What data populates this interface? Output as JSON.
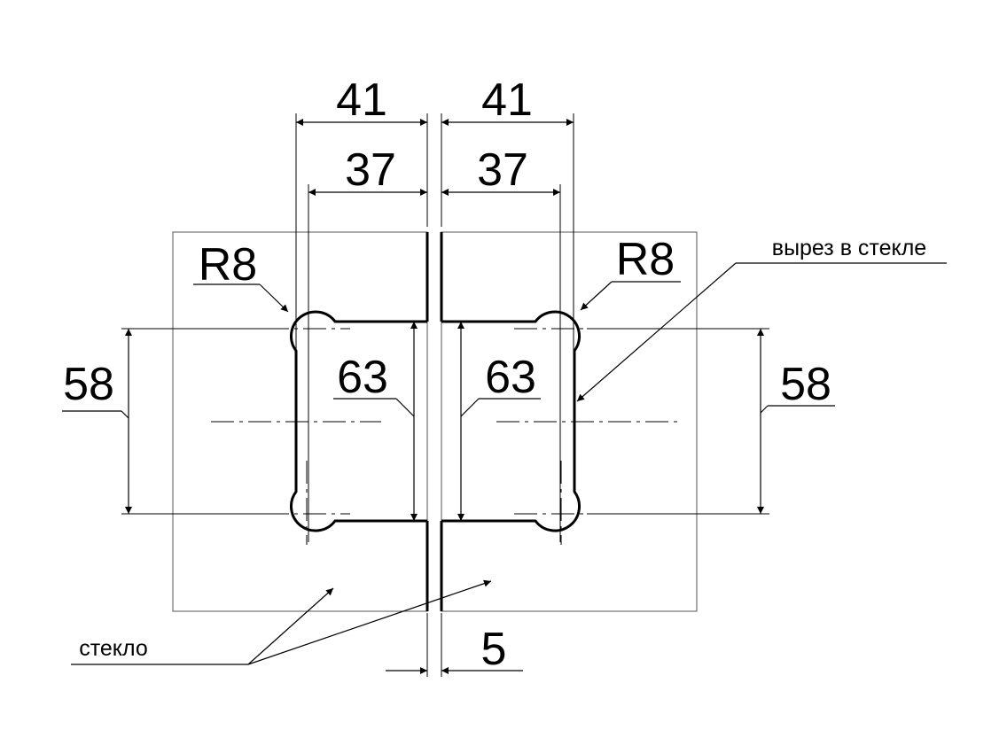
{
  "dimensions": {
    "top_left_outer": "41",
    "top_right_outer": "41",
    "top_left_inner": "37",
    "top_right_inner": "37",
    "radius_left": "R8",
    "radius_right": "R8",
    "left_height": "58",
    "right_height": "58",
    "left_cut_height": "63",
    "right_cut_height": "63",
    "gap": "5"
  },
  "labels": {
    "cutout": "вырез в стекле",
    "glass": "стекло"
  }
}
